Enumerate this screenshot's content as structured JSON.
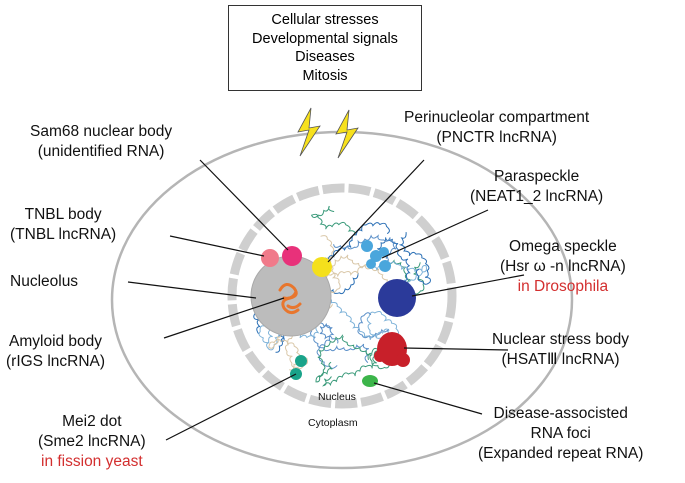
{
  "stress_box": {
    "lines": [
      "Cellular stresses",
      "Developmental signals",
      "Diseases",
      "Mitosis"
    ]
  },
  "labels": {
    "sam68": {
      "line1": "Sam68 nuclear body",
      "line2": "(unidentified RNA)"
    },
    "pnctr": {
      "line1": "Perinucleolar compartment",
      "line2": "(PNCTR lncRNA)"
    },
    "paraspeckle": {
      "line1": "Paraspeckle",
      "line2": "(NEAT1_2 lncRNA)"
    },
    "tnbl": {
      "line1": "TNBL body",
      "line2": "(TNBL lncRNA)"
    },
    "omega": {
      "line1": "Omega speckle",
      "line2": "(Hsr ω -n lncRNA)",
      "line3": "in Drosophila"
    },
    "nucleolus": {
      "line1": "Nucleolus"
    },
    "amyloid": {
      "line1": "Amyloid body",
      "line2": "(rIGS lncRNA)"
    },
    "stress_body": {
      "line1": "Nuclear stress body",
      "line2": "(HSATⅢ lncRNA)"
    },
    "mei2": {
      "line1": "Mei2 dot",
      "line2": "(Sme2 lncRNA)",
      "line3": "in fission yeast"
    },
    "foci": {
      "line1": "Disease-associsted",
      "line2": "RNA foci",
      "line3": "(Expanded repeat RNA)"
    },
    "nucleus": "Nucleus",
    "cytoplasm": "Cytoplasm"
  },
  "colors": {
    "lightning": "#f7e11d",
    "highlight_red": "#d32f2f",
    "sam68": "#e8317a",
    "tnbl": "#f07a8a",
    "pnctr": "#f4e01c",
    "paraspeckle": "#4aa6dc",
    "omega": "#2b3a9a",
    "stress_body": "#c8202a",
    "nucleolus": "#b7b7b7",
    "amyloid": "#e8762d",
    "mei2": "#1aa38a",
    "foci": "#3cb54a"
  }
}
